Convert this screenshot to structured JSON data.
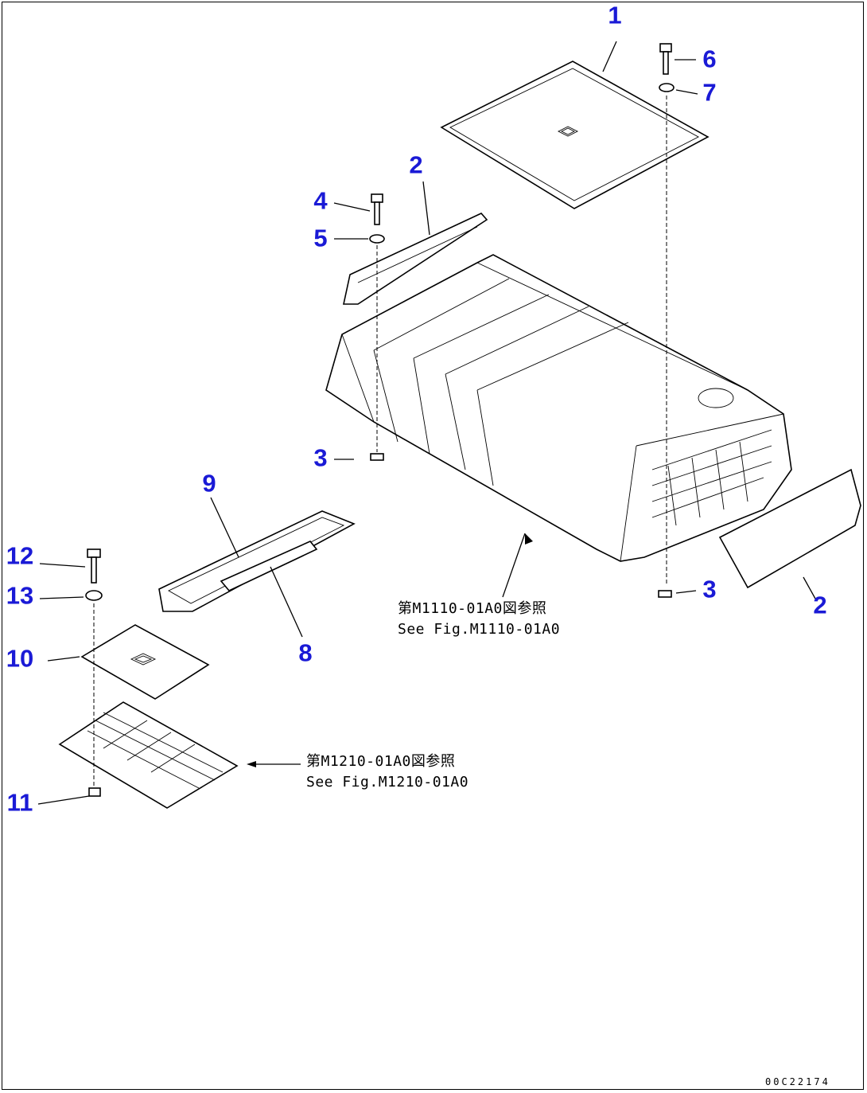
{
  "diagram": {
    "accent_color": "#1a1ad6",
    "callouts": [
      "1",
      "2",
      "3",
      "4",
      "5",
      "6",
      "7",
      "8",
      "9",
      "10",
      "11",
      "12",
      "13"
    ],
    "references": {
      "roof_jp": "第M1110-01A0図参照",
      "roof_en": "See Fig.M1110-01A0",
      "floor_jp": "第M1210-01A0図参照",
      "floor_en": "See Fig.M1210-01A0"
    },
    "drawing_code": "00C22174"
  }
}
